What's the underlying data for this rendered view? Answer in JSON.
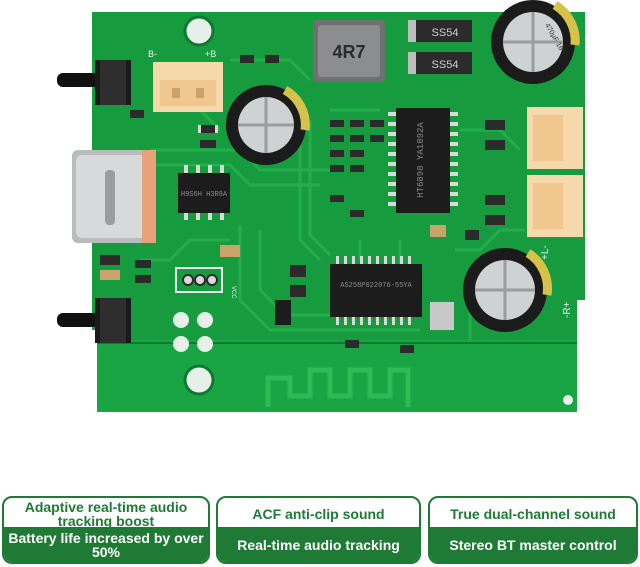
{
  "board": {
    "inductor_label": "4R7",
    "diode_labels": [
      "SS54",
      "SS54"
    ],
    "amp_chip_label": "HT6898 YA1892A",
    "small_chip_label": "H9S6H H3R8A",
    "bt_chip_label": "AS258P022076-55YA",
    "silk_b_minus": "B-",
    "silk_b_plus": "+B",
    "silk_vcc": "VCC",
    "silk_l_plus": "+L-",
    "silk_r_plus": "-R+",
    "capacitor_label": "470µF 16V"
  },
  "colors": {
    "pcb": "#169c3e",
    "pcb_dark": "#0f7a2e",
    "trace": "#25b04d",
    "accent": "#1f7a35"
  },
  "features": [
    {
      "title": "Adaptive real-time audio tracking boost",
      "detail": "Battery life increased by over 50%"
    },
    {
      "title": "ACF anti-clip sound",
      "detail": "Real-time audio tracking"
    },
    {
      "title": "True dual-channel sound",
      "detail": "Stereo BT master control"
    }
  ]
}
